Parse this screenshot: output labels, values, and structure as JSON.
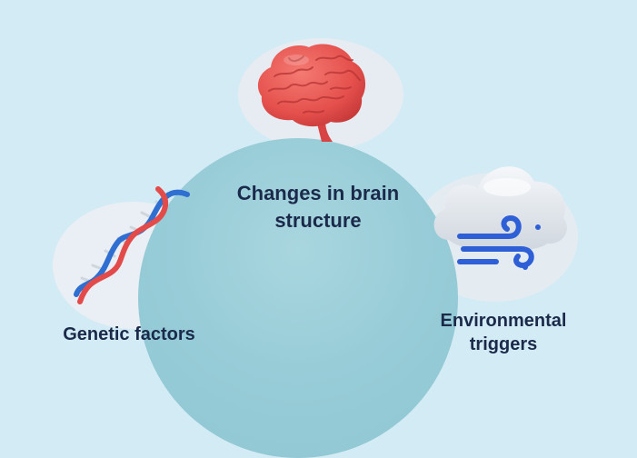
{
  "colors": {
    "background": "#d3ebf4",
    "main_circle": "#98cdd8",
    "label_text": "#1b2a4a",
    "brain": "#e8524f",
    "dna_red": "#e24b4a",
    "dna_blue": "#2f6fd1",
    "wind_blue": "#2f5fd6"
  },
  "nodes": {
    "brain": {
      "label": "Changes in brain structure",
      "icon": "brain-icon"
    },
    "genetic": {
      "label": "Genetic factors",
      "icon": "dna-icon"
    },
    "environmental": {
      "label": "Environmental triggers",
      "icon": "wind-cloud-icon"
    }
  }
}
